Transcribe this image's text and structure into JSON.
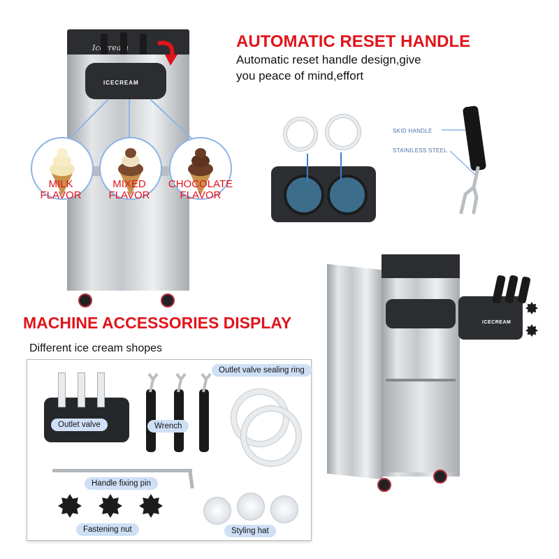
{
  "reset": {
    "title": "AUTOMATIC RESET HANDLE",
    "line1": "Automatic reset handle design,give",
    "line2": "you peace of mind,effort"
  },
  "machine_left": {
    "brand_label": "ICECREAM",
    "script_logo": "Icecream"
  },
  "flavors": [
    {
      "line1": "MILK",
      "line2": "FLAVOR"
    },
    {
      "line1": "MIXED",
      "line2": "FLAVOR"
    },
    {
      "line1": "CHOCOLATE",
      "line2": "FLAVOR"
    }
  ],
  "handle_labels": {
    "skid": "SKID HANDLE",
    "steel": "STAINILESS STEEL"
  },
  "machine_right": {
    "brand_label": "ICECREAM"
  },
  "accessories": {
    "title": "MACHINE ACCESSORIES DISPLAY",
    "subtitle": "Different ice cream shopes",
    "outlet_valve": "Outlet valve",
    "wrench": "Wrench",
    "sealing_ring": "Outlet valve sealing ring",
    "handle_pin": "Handle fixing pin",
    "fastening_nut": "Fastening nut",
    "styling_hat": "Styling hat"
  },
  "colors": {
    "title_red": "#e0141b",
    "pill_blue": "#cfe0f6",
    "circle_blue": "#8fb4e6"
  }
}
